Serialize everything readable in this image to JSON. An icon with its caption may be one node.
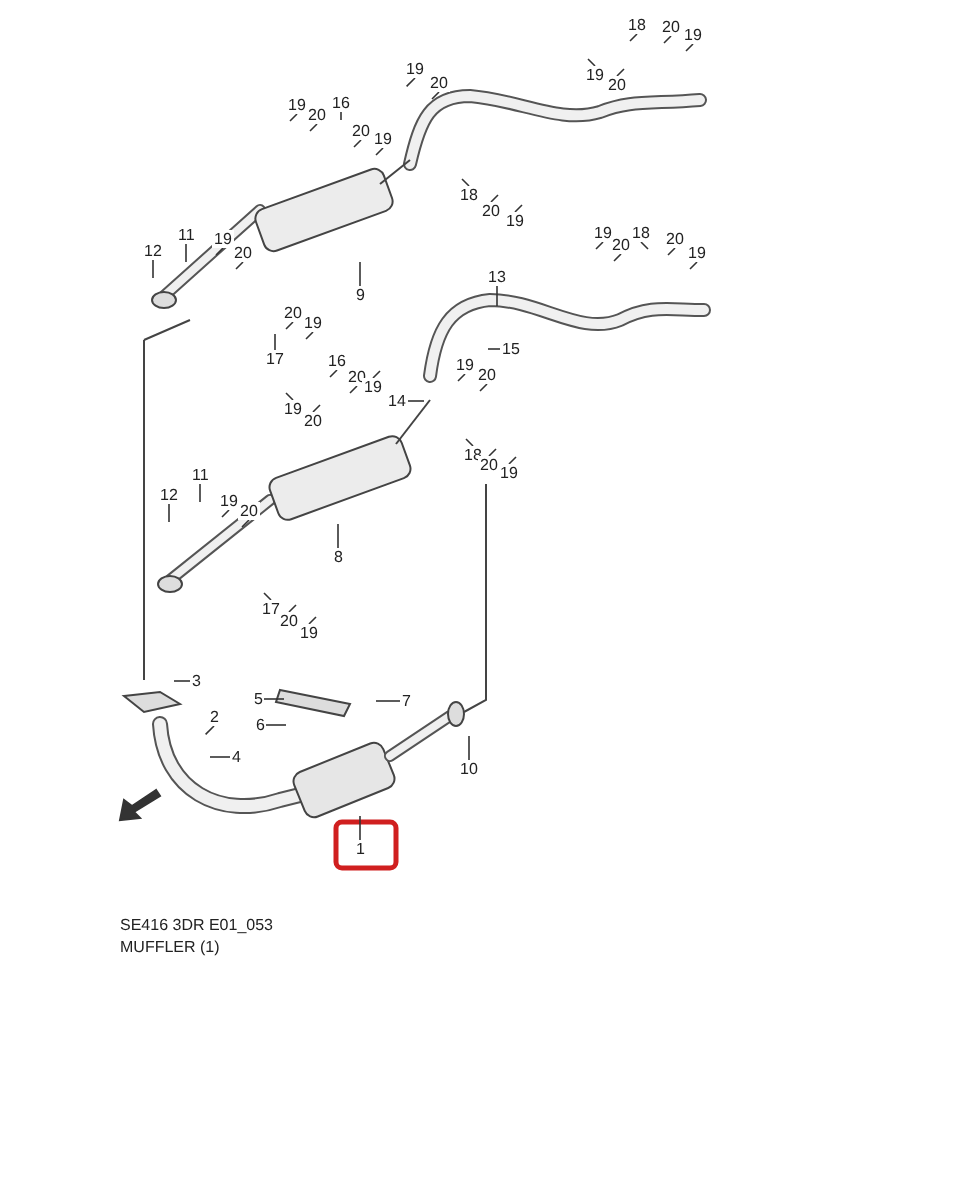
{
  "diagram": {
    "nodes": [
      {
        "text": [
          "18"
        ]
      },
      {
        "text": [
          "20"
        ]
      },
      {
        "text": [
          "19"
        ]
      },
      {
        "text": [
          "19"
        ]
      },
      {
        "text": [
          "20"
        ]
      },
      {
        "text": [
          "19"
        ]
      },
      {
        "text": [
          "20"
        ]
      },
      {
        "text": [
          "19"
        ]
      },
      {
        "text": [
          "20"
        ]
      },
      {
        "text": [
          "16"
        ]
      },
      {
        "text": [
          "20"
        ]
      },
      {
        "text": [
          "19"
        ]
      },
      {
        "text": [
          "18"
        ]
      },
      {
        "text": [
          "20"
        ]
      },
      {
        "text": [
          "19"
        ]
      },
      {
        "text": [
          "12"
        ]
      },
      {
        "text": [
          "11"
        ]
      },
      {
        "text": [
          "19"
        ]
      },
      {
        "text": [
          "20"
        ]
      },
      {
        "text": [
          "19"
        ]
      },
      {
        "text": [
          "20"
        ]
      },
      {
        "text": [
          "18"
        ]
      },
      {
        "text": [
          "20"
        ]
      },
      {
        "text": [
          "19"
        ]
      },
      {
        "text": [
          "9"
        ]
      },
      {
        "text": [
          "13"
        ]
      },
      {
        "text": [
          "17"
        ]
      },
      {
        "text": [
          "20"
        ]
      },
      {
        "text": [
          "19"
        ]
      },
      {
        "text": [
          "15"
        ]
      },
      {
        "text": [
          "19"
        ]
      },
      {
        "text": [
          "20"
        ]
      },
      {
        "text": [
          "14"
        ]
      },
      {
        "text": [
          "16"
        ]
      },
      {
        "text": [
          "20"
        ]
      },
      {
        "text": [
          "19"
        ]
      },
      {
        "text": [
          "19"
        ]
      },
      {
        "text": [
          "20"
        ]
      },
      {
        "text": [
          "18"
        ]
      },
      {
        "text": [
          "20"
        ]
      },
      {
        "text": [
          "19"
        ]
      },
      {
        "text": [
          "12"
        ]
      },
      {
        "text": [
          "11"
        ]
      },
      {
        "text": [
          "19"
        ]
      },
      {
        "text": [
          "20"
        ]
      },
      {
        "text": [
          "8"
        ]
      },
      {
        "text": [
          "17"
        ]
      },
      {
        "text": [
          "20"
        ]
      },
      {
        "text": [
          "19"
        ]
      },
      {
        "text": [
          "3"
        ]
      },
      {
        "text": [
          "2"
        ]
      },
      {
        "text": [
          "5"
        ]
      },
      {
        "text": [
          "7"
        ]
      },
      {
        "text": [
          "6"
        ]
      },
      {
        "text": [
          "4"
        ]
      },
      {
        "text": [
          "10"
        ]
      },
      {
        "text": [
          "1"
        ]
      }
    ],
    "edges": [
      {
        "from": 0,
        "to": null,
        "arrow": "none"
      },
      {
        "from": 1,
        "to": null,
        "arrow": "none"
      },
      {
        "from": 2,
        "to": null,
        "arrow": "none"
      },
      {
        "from": 3,
        "to": null,
        "arrow": "none"
      },
      {
        "from": 4,
        "to": null,
        "arrow": "none"
      },
      {
        "from": 5,
        "to": null,
        "arrow": "none"
      },
      {
        "from": 6,
        "to": null,
        "arrow": "none"
      },
      {
        "from": 7,
        "to": null,
        "arrow": "none"
      },
      {
        "from": 8,
        "to": null,
        "arrow": "none"
      },
      {
        "from": 9,
        "to": null,
        "arrow": "none"
      },
      {
        "from": 10,
        "to": null,
        "arrow": "none"
      },
      {
        "from": 11,
        "to": null,
        "arrow": "none"
      },
      {
        "from": 12,
        "to": null,
        "arrow": "none"
      },
      {
        "from": 13,
        "to": null,
        "arrow": "none"
      },
      {
        "from": 14,
        "to": null,
        "arrow": "none"
      },
      {
        "from": 15,
        "to": null,
        "arrow": "none"
      },
      {
        "from": 16,
        "to": null,
        "arrow": "none"
      },
      {
        "from": 17,
        "to": null,
        "arrow": "none"
      },
      {
        "from": 18,
        "to": null,
        "arrow": "none"
      },
      {
        "from": 19,
        "to": null,
        "arrow": "none"
      },
      {
        "from": 20,
        "to": null,
        "arrow": "none"
      },
      {
        "from": 21,
        "to": null,
        "arrow": "none"
      },
      {
        "from": 22,
        "to": null,
        "arrow": "none"
      },
      {
        "from": 23,
        "to": null,
        "arrow": "none"
      },
      {
        "from": 24,
        "to": null,
        "arrow": "none"
      },
      {
        "from": 25,
        "to": null,
        "arrow": "none"
      },
      {
        "from": 26,
        "to": null,
        "arrow": "none"
      },
      {
        "from": 27,
        "to": null,
        "arrow": "none"
      },
      {
        "from": 28,
        "to": null,
        "arrow": "none"
      },
      {
        "from": 29,
        "to": null,
        "arrow": "none"
      },
      {
        "from": 30,
        "to": null,
        "arrow": "none"
      },
      {
        "from": 31,
        "to": null,
        "arrow": "none"
      },
      {
        "from": 32,
        "to": null,
        "arrow": "none"
      },
      {
        "from": 33,
        "to": null,
        "arrow": "none"
      },
      {
        "from": 34,
        "to": null,
        "arrow": "none"
      },
      {
        "from": 35,
        "to": null,
        "arrow": "none"
      },
      {
        "from": 36,
        "to": null,
        "arrow": "none"
      },
      {
        "from": 37,
        "to": null,
        "arrow": "none"
      },
      {
        "from": 38,
        "to": null,
        "arrow": "none"
      },
      {
        "from": 39,
        "to": null,
        "arrow": "none"
      },
      {
        "from": 40,
        "to": null,
        "arrow": "none"
      },
      {
        "from": 41,
        "to": null,
        "arrow": "none"
      },
      {
        "from": 42,
        "to": null,
        "arrow": "none"
      },
      {
        "from": 43,
        "to": null,
        "arrow": "none"
      },
      {
        "from": 44,
        "to": null,
        "arrow": "none"
      },
      {
        "from": 45,
        "to": null,
        "arrow": "none"
      },
      {
        "from": 46,
        "to": null,
        "arrow": "none"
      },
      {
        "from": 47,
        "to": null,
        "arrow": "none"
      },
      {
        "from": 48,
        "to": null,
        "arrow": "none"
      },
      {
        "from": 49,
        "to": null,
        "arrow": "none"
      },
      {
        "from": 50,
        "to": null,
        "arrow": "none"
      },
      {
        "from": 51,
        "to": null,
        "arrow": "none"
      },
      {
        "from": 52,
        "to": null,
        "arrow": "none"
      },
      {
        "from": 53,
        "to": null,
        "arrow": "none"
      },
      {
        "from": 54,
        "to": null,
        "arrow": "none"
      },
      {
        "from": 55,
        "to": null,
        "arrow": "none"
      },
      {
        "from": 56,
        "to": null,
        "arrow": "none"
      }
    ],
    "labels": [
      "SE416 3DR E01_053",
      "MUFFLER (1)"
    ]
  }
}
